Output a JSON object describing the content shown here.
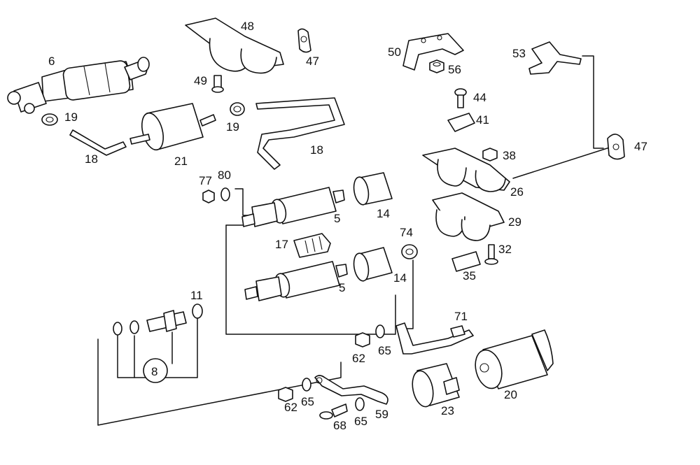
{
  "callouts": {
    "c6": "6",
    "c48": "48",
    "c47a": "47",
    "c50": "50",
    "c56": "56",
    "c53": "53",
    "c49": "49",
    "c19a": "19",
    "c19b": "19",
    "c18a": "18",
    "c18b": "18",
    "c21": "21",
    "c44": "44",
    "c41": "41",
    "c47b": "47",
    "c38": "38",
    "c26": "26",
    "c77": "77",
    "c80": "80",
    "c5a": "5",
    "c14a": "14",
    "c29": "29",
    "c17": "17",
    "c74": "74",
    "c32": "32",
    "c5b": "5",
    "c14b": "14",
    "c35": "35",
    "c11": "11",
    "c71": "71",
    "c8": "8",
    "c62a": "62",
    "c65a": "65",
    "c20": "20",
    "c62b": "62",
    "c65b": "65",
    "c23": "23",
    "c68": "68",
    "c65c": "65",
    "c59": "59"
  }
}
